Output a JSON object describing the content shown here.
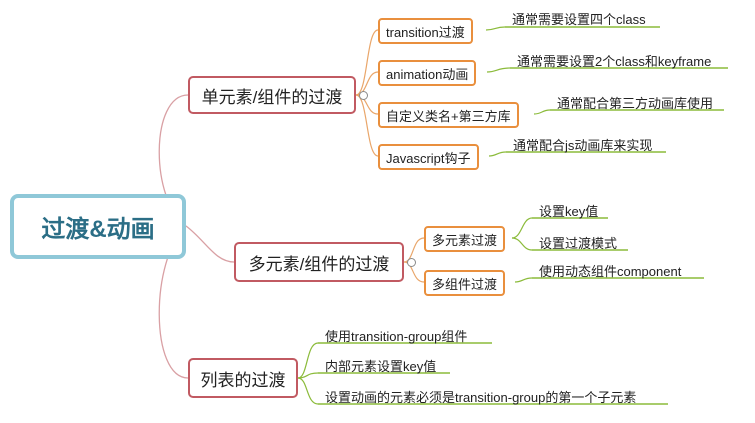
{
  "mindmap": {
    "root": {
      "label": "过渡&动画"
    },
    "branches": [
      {
        "label": "单元素/组件的过渡",
        "children": [
          {
            "label": "transition过渡",
            "note": "通常需要设置四个class"
          },
          {
            "label": "animation动画",
            "note": "通常需要设置2个class和keyframe"
          },
          {
            "label": "自定义类名+第三方库",
            "note": "通常配合第三方动画库使用"
          },
          {
            "label": "Javascript钩子",
            "note": "通常配合js动画库来实现"
          }
        ]
      },
      {
        "label": "多元素/组件的过渡",
        "children": [
          {
            "label": "多元素过渡",
            "notes": [
              "设置key值",
              "设置过渡模式"
            ]
          },
          {
            "label": "多组件过渡",
            "notes": [
              "使用动态组件component"
            ]
          }
        ]
      },
      {
        "label": "列表的过渡",
        "notes": [
          "使用transition-group组件",
          "内部元素设置key值",
          "设置动画的元素必须是transition-group的第一个子元素"
        ]
      }
    ],
    "colors": {
      "root_border": "#8fc8d8",
      "root_text": "#2b6e86",
      "branch_border": "#c15a62",
      "sub_border": "#e98f3d",
      "leaf_line": "#8bbb3a"
    }
  }
}
